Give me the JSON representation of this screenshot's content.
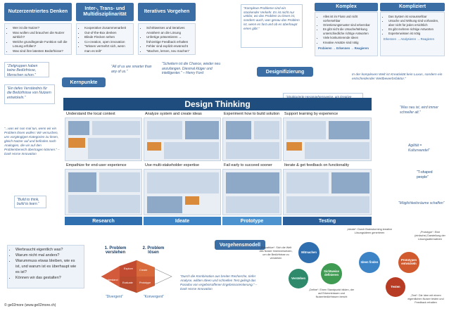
{
  "top": {
    "col1": {
      "title": "Nutzerzentriertes Denken",
      "items": [
        "Wer ist die Nutzer?",
        "Was wollen und brauchen die Nutzer wirklich?",
        "Welche grundlegende Funktion soll die Lösung erfüllen?",
        "Was sind ihre latenten Bedürfnisse?"
      ]
    },
    "col2": {
      "title": "Inter-, Trans- und Multidisziplinarität",
      "items": [
        "Kooperative Zusammenarbeit",
        "Out-of-the-Box denken",
        "Blinde Flecken sehen",
        "Co-creation, open innovation",
        "“Wissen vermehrt sich, wenn man es teilt”"
      ]
    },
    "col3": {
      "title": "Iteratives Vorgehen",
      "items": [
        "Schrittweises und iteratives Annähern an die Lösung",
        "Unfertige präsentieren → frühzeitige Feedback erhalten",
        "Fehler sind explizit erwünscht",
        "“Machen, lernen, neu machen”"
      ]
    },
    "quote_complex": "“Komplexe Probleme sind ein stockender Verkehr. Es ist nicht nur unklar, wo das Problem zu lösen ist, sondern auch, was genau das Problem ist, wenn es fast und ob es überhaupt eines gibt.”",
    "komplex": {
      "title": "Komplex",
      "items": [
        "Alles ist im Fluss und nicht vorhersehbar",
        "Orientierungsmuster sind erkennbar",
        "Es gibt nicht die Ursache/Wirkung unterschiedliche richtige Antworten",
        "Viele konkurrierende Ideen",
        "Kreative Ansätze sind nötig"
      ],
      "footer": "Probieren → Erkennen → Reagieren"
    },
    "kompliziert": {
      "title": "Kompliziert",
      "items": [
        "Das System ist voraussehbar",
        "Ursache und Wirkung sind vorhanden, aber nicht für jeden ersichtlich",
        "Es gibt mehrere richtige Antworten",
        "Expertenwissen ist nötig"
      ],
      "footer": "Erkennen → Analysieren → Reagieren"
    }
  },
  "kernpunkte": {
    "label": "Kernpunkte",
    "q1": "“Zielgruppen haben keine Bedürfnisse, Menschen schon.”",
    "q2": "“All of us are smarter than any of us.”",
    "q3": "“Scheitern ist die Chance, wieder neu anzufangen. Diesmal klüger und intelligenter.” – Henry Ford",
    "q4": "“Ein tiefes Verständnis für die Bedürfnisse von Nutzern entwickeln.”"
  },
  "desig": {
    "label": "Designifizierung",
    "note": "In der komplexen Welt ist Kreativität kein Luxus, sondern ein entscheidender Wettbewerbsfaktor.”",
    "strukt": "“Strukturierte Herangehensweise, um kreative Lösungen für komplexe Probleme zu finden.”"
  },
  "main": {
    "title": "Design Thinking",
    "row1": [
      "Understand the local context",
      "Analyze system and create ideas",
      "Experiment how to build solution",
      "Support learning by experience"
    ],
    "row2": [
      "Empathize for end-user experience",
      "Use multi-stakeholder expertise",
      "Fail early to succeed sooner",
      "Iterate & get feedback on functionality"
    ],
    "phases": [
      "Research",
      "Ideate",
      "Prototype",
      "Testing"
    ]
  },
  "left": {
    "q1": "“...was wir nun mal tun, wenn wir ein Problem lösen wollen: Wir versuchen, uns vorgängigen Kategorien zu lösen, gleich Nutzer auf und befinden nach Analogien, die wir auf den Problembereich übertragen können.” – Dark Horse Innovation",
    "q2": "“Build to think, build to learn.”"
  },
  "right": {
    "q1": "“Was neu ist, wird immer schneller alt.”",
    "q2": "Agilität = Kulturwandel”",
    "q3": "“T-shaped people”",
    "q4": "“Möglichkeitsräume schaffen”"
  },
  "bottom": {
    "bullets": [
      "Werbraucht eigentlich was?",
      "Warum nicht mal anders?",
      "Warummuss etwas bleiben, wie es ist, und warum ist es überhaupt wie es ist?",
      "Können wir das gestalten?"
    ],
    "problem1": "1. Problem verstehen",
    "problem2": "2. Problem lösen",
    "divergent": "“Divergent”",
    "konvergent": "“Konvergent”",
    "diamond_labels": [
      "Explore",
      "Create",
      "Understand",
      "Evaluate",
      "Prototype"
    ],
    "quote": "“Durch die Kombination aus breiter Recherche, tiefer Analyse, wilden Ideen und schnellen Test gelingt das Paradox von ergebnisoffener Ergebnisorientierung.” – Dark Horse Innovation",
    "vorgehen": "Vorgehensmodell",
    "circles": [
      "Mitmachen",
      "Ideen finden",
      "Prototypen entwickeln",
      "Testen",
      "Verstehen",
      "Sichtweise definieren"
    ],
    "annotations": {
      "a1": "„Ideate“: Durch Brainstorming kreative Lösungsideen generieren",
      "a2": "„Prototype“: Eine (einfache) Darstellung der Lösungsalternativen",
      "a3": "„Empathize“: Sich die Welt des Nutzer hineinversetzen, um die Bedürfnisse zu verstehen",
      "a4": "„Define“: Einen Standpunkt bilden, der auf Erkenntnissen und Nutzerbedürfnissen beruht",
      "a5": "„Test“: Die Idee mit einem eigentlichen Nutzer testen und Feedback erhalten"
    },
    "footer": "© ge02more (www.ge02more.ch)"
  },
  "colors": {
    "blue": "#3a6ea5",
    "dark": "#1f4e7e",
    "research": "#2f6fb0",
    "ideate": "#3c84c6",
    "prototype": "#4d93d0",
    "testing": "#2b5f9a"
  }
}
